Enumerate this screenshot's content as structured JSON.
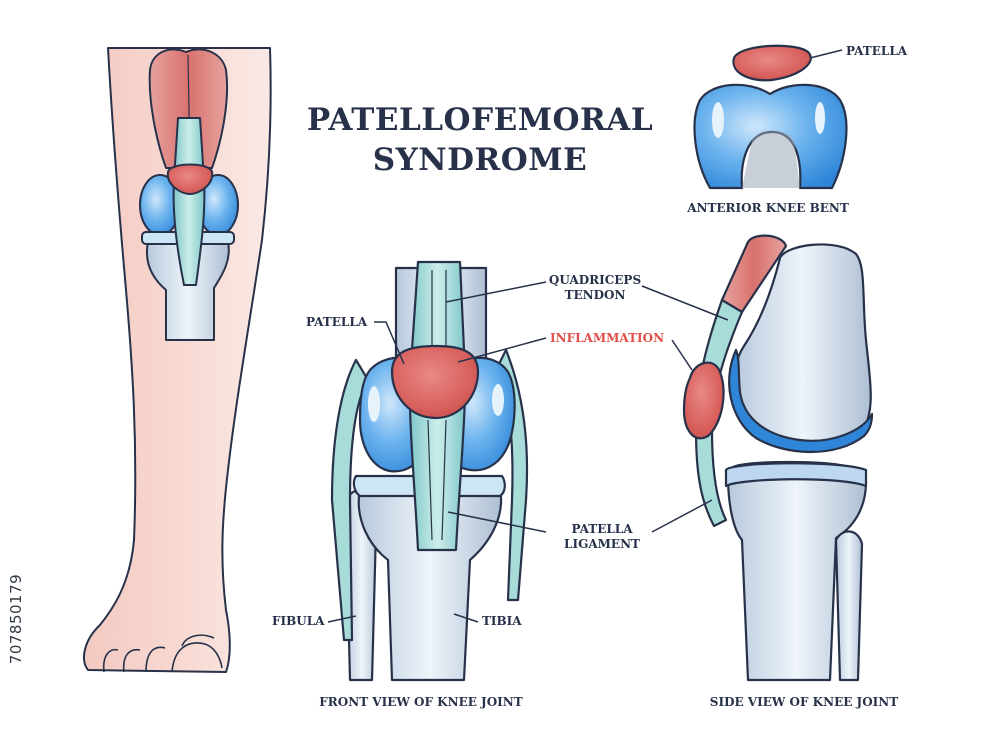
{
  "title": {
    "line1": "PATELLOFEMORAL",
    "line2": "SYNDROME"
  },
  "labels": {
    "patella_top": "PATELLA",
    "anterior_knee_bent": "ANTERIOR KNEE BENT",
    "quadriceps_line1": "QUADRICEPS",
    "quadriceps_line2": "TENDON",
    "patella_front": "PATELLA",
    "inflammation": "INFLAMMATION",
    "patella_ligament_line1": "PATELLA",
    "patella_ligament_line2": "LIGAMENT",
    "fibula": "FIBULA",
    "tibia": "TIBIA",
    "front_view": "FRONT VIEW OF KNEE JOINT",
    "side_view": "SIDE VIEW OF KNEE JOINT"
  },
  "stock_id": "707850179",
  "colors": {
    "outline": "#27324a",
    "muscle": "#d9716e",
    "bone_light": "#dfe9f3",
    "cartilage": "#4a9ee6",
    "tendon": "#a8dcd8",
    "inflammation": "#e0504a",
    "skin": "#f6d7d0"
  }
}
